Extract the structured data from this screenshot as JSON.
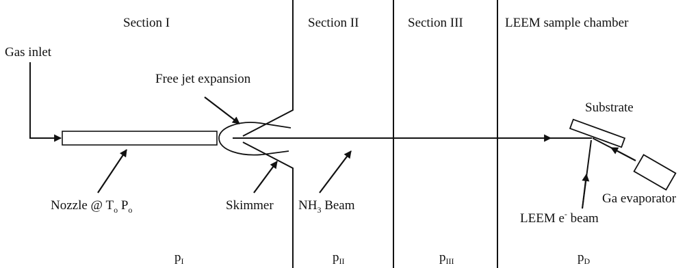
{
  "sections": {
    "section_1": "Section I",
    "section_2": "Section II",
    "section_3": "Section III",
    "section_4": "LEEM sample chamber"
  },
  "labels": {
    "gas_inlet": "Gas inlet",
    "free_jet": "Free jet expansion",
    "substrate": "Substrate",
    "nozzle_main": "Nozzle @ T",
    "nozzle_sub1": "o",
    "nozzle_mid": " P",
    "nozzle_sub2": "o",
    "skimmer": "Skimmer",
    "beam_nh": "NH",
    "beam_sub": "3",
    "beam_rest": " Beam",
    "ga_evaporator": "Ga evaporator",
    "leem_beam": "LEEM e",
    "leem_sup": "-",
    "leem_rest": " beam"
  },
  "pressures": {
    "p1_base": "p",
    "p1_sub": "I",
    "p2_base": "p",
    "p2_sub": "II",
    "p3_base": "p",
    "p3_sub": "III",
    "p4_base": "p",
    "p4_sub": "D"
  }
}
